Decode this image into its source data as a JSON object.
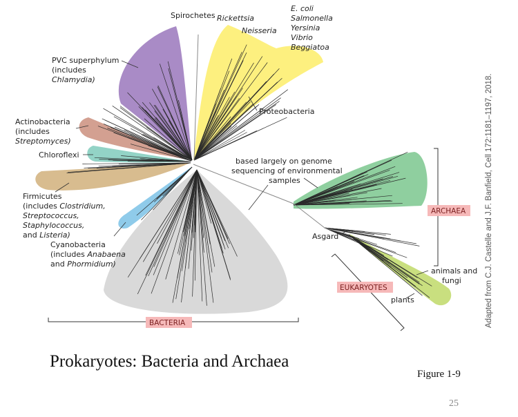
{
  "labels": {
    "spirochetes": "Spirochetes",
    "rickettsia": "Rickettsia",
    "neisseria": "Neisseria",
    "ecoli": "E. coli",
    "salmonella": "Salmonella",
    "yersinia": "Yersinia",
    "vibrio": "Vibrio",
    "beggiatoa": "Beggiatoa",
    "pvc_1": "PVC superphylum",
    "pvc_2": "(includes",
    "pvc_3": "Chlamydia)",
    "proteobacteria": "Proteobacteria",
    "actino_1": "Actinobacteria",
    "actino_2": "(includes",
    "actino_3": "Streptomyces)",
    "chloroflexi": "Chloroflexi",
    "genome_1": "based largely on genome",
    "genome_2": "sequencing of environmental",
    "genome_3": "samples",
    "firm_1": "Firmicutes",
    "firm_2a": "(includes ",
    "firm_2b": "Clostridium,",
    "firm_3": "Streptococcus,",
    "firm_4": "Staphylococcus,",
    "firm_5a": "and ",
    "firm_5b": "Listeria)",
    "cyano_1": "Cyanobacteria",
    "cyano_2a": "(includes ",
    "cyano_2b": "Anabaena",
    "cyano_3a": "and ",
    "cyano_3b": "Phormidium)",
    "asgard": "Asgard",
    "animals_1": "animals and",
    "animals_2": "fungi",
    "plants": "plants"
  },
  "tags": {
    "archaea": "ARCHAEA",
    "eukaryotes": "EUKARYOTES",
    "bacteria": "BACTERIA"
  },
  "credit": "Adapted from C.J. Castelle and J.F. Banfield, Cell 172:1181–1197, 2018.",
  "caption": "Prokaryotes: Bacteria and Archaea",
  "figure_ref": "Figure 1-9",
  "page_number": "25",
  "colors": {
    "pvc": "#a98bc6",
    "proteobacteria": "#fdf07f",
    "actinobacteria": "#d3a091",
    "chloroflexi": "#93d3c6",
    "firmicutes": "#d8bc8f",
    "cyanobacteria": "#8fcbea",
    "bacteria_core": "#d9d9d9",
    "archaea": "#8fcf9f",
    "eukaryotes": "#c9df7f",
    "tag": "#f6b9b9"
  }
}
